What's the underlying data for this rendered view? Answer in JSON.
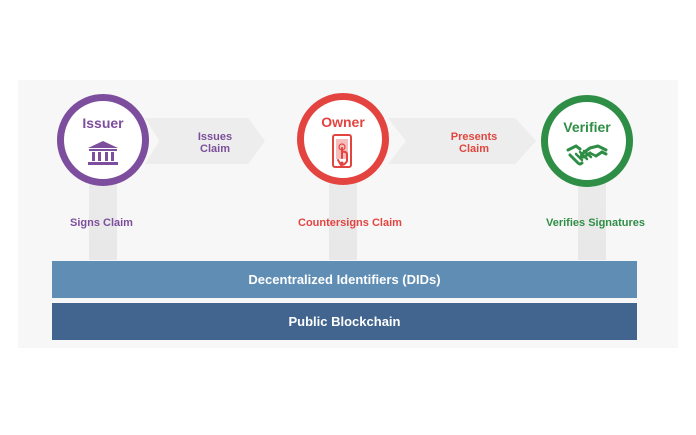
{
  "nodes": {
    "issuer": {
      "title": "Issuer",
      "icon": "bank-icon",
      "color": "#7e4e9e"
    },
    "owner": {
      "title": "Owner",
      "icon": "phone-touch-icon",
      "color": "#e34440"
    },
    "verifier": {
      "title": "Verifier",
      "icon": "handshake-icon",
      "color": "#2f8e46"
    }
  },
  "flows": {
    "issues_claim": "Issues\nClaim",
    "presents_claim": "Presents\nClaim"
  },
  "actions": {
    "issuer": "Signs Claim",
    "owner": "Countersigns Claim",
    "verifier": "Verifies Signatures"
  },
  "layers": {
    "did": "Decentralized Identifiers (DIDs)",
    "blockchain": "Public Blockchain"
  }
}
